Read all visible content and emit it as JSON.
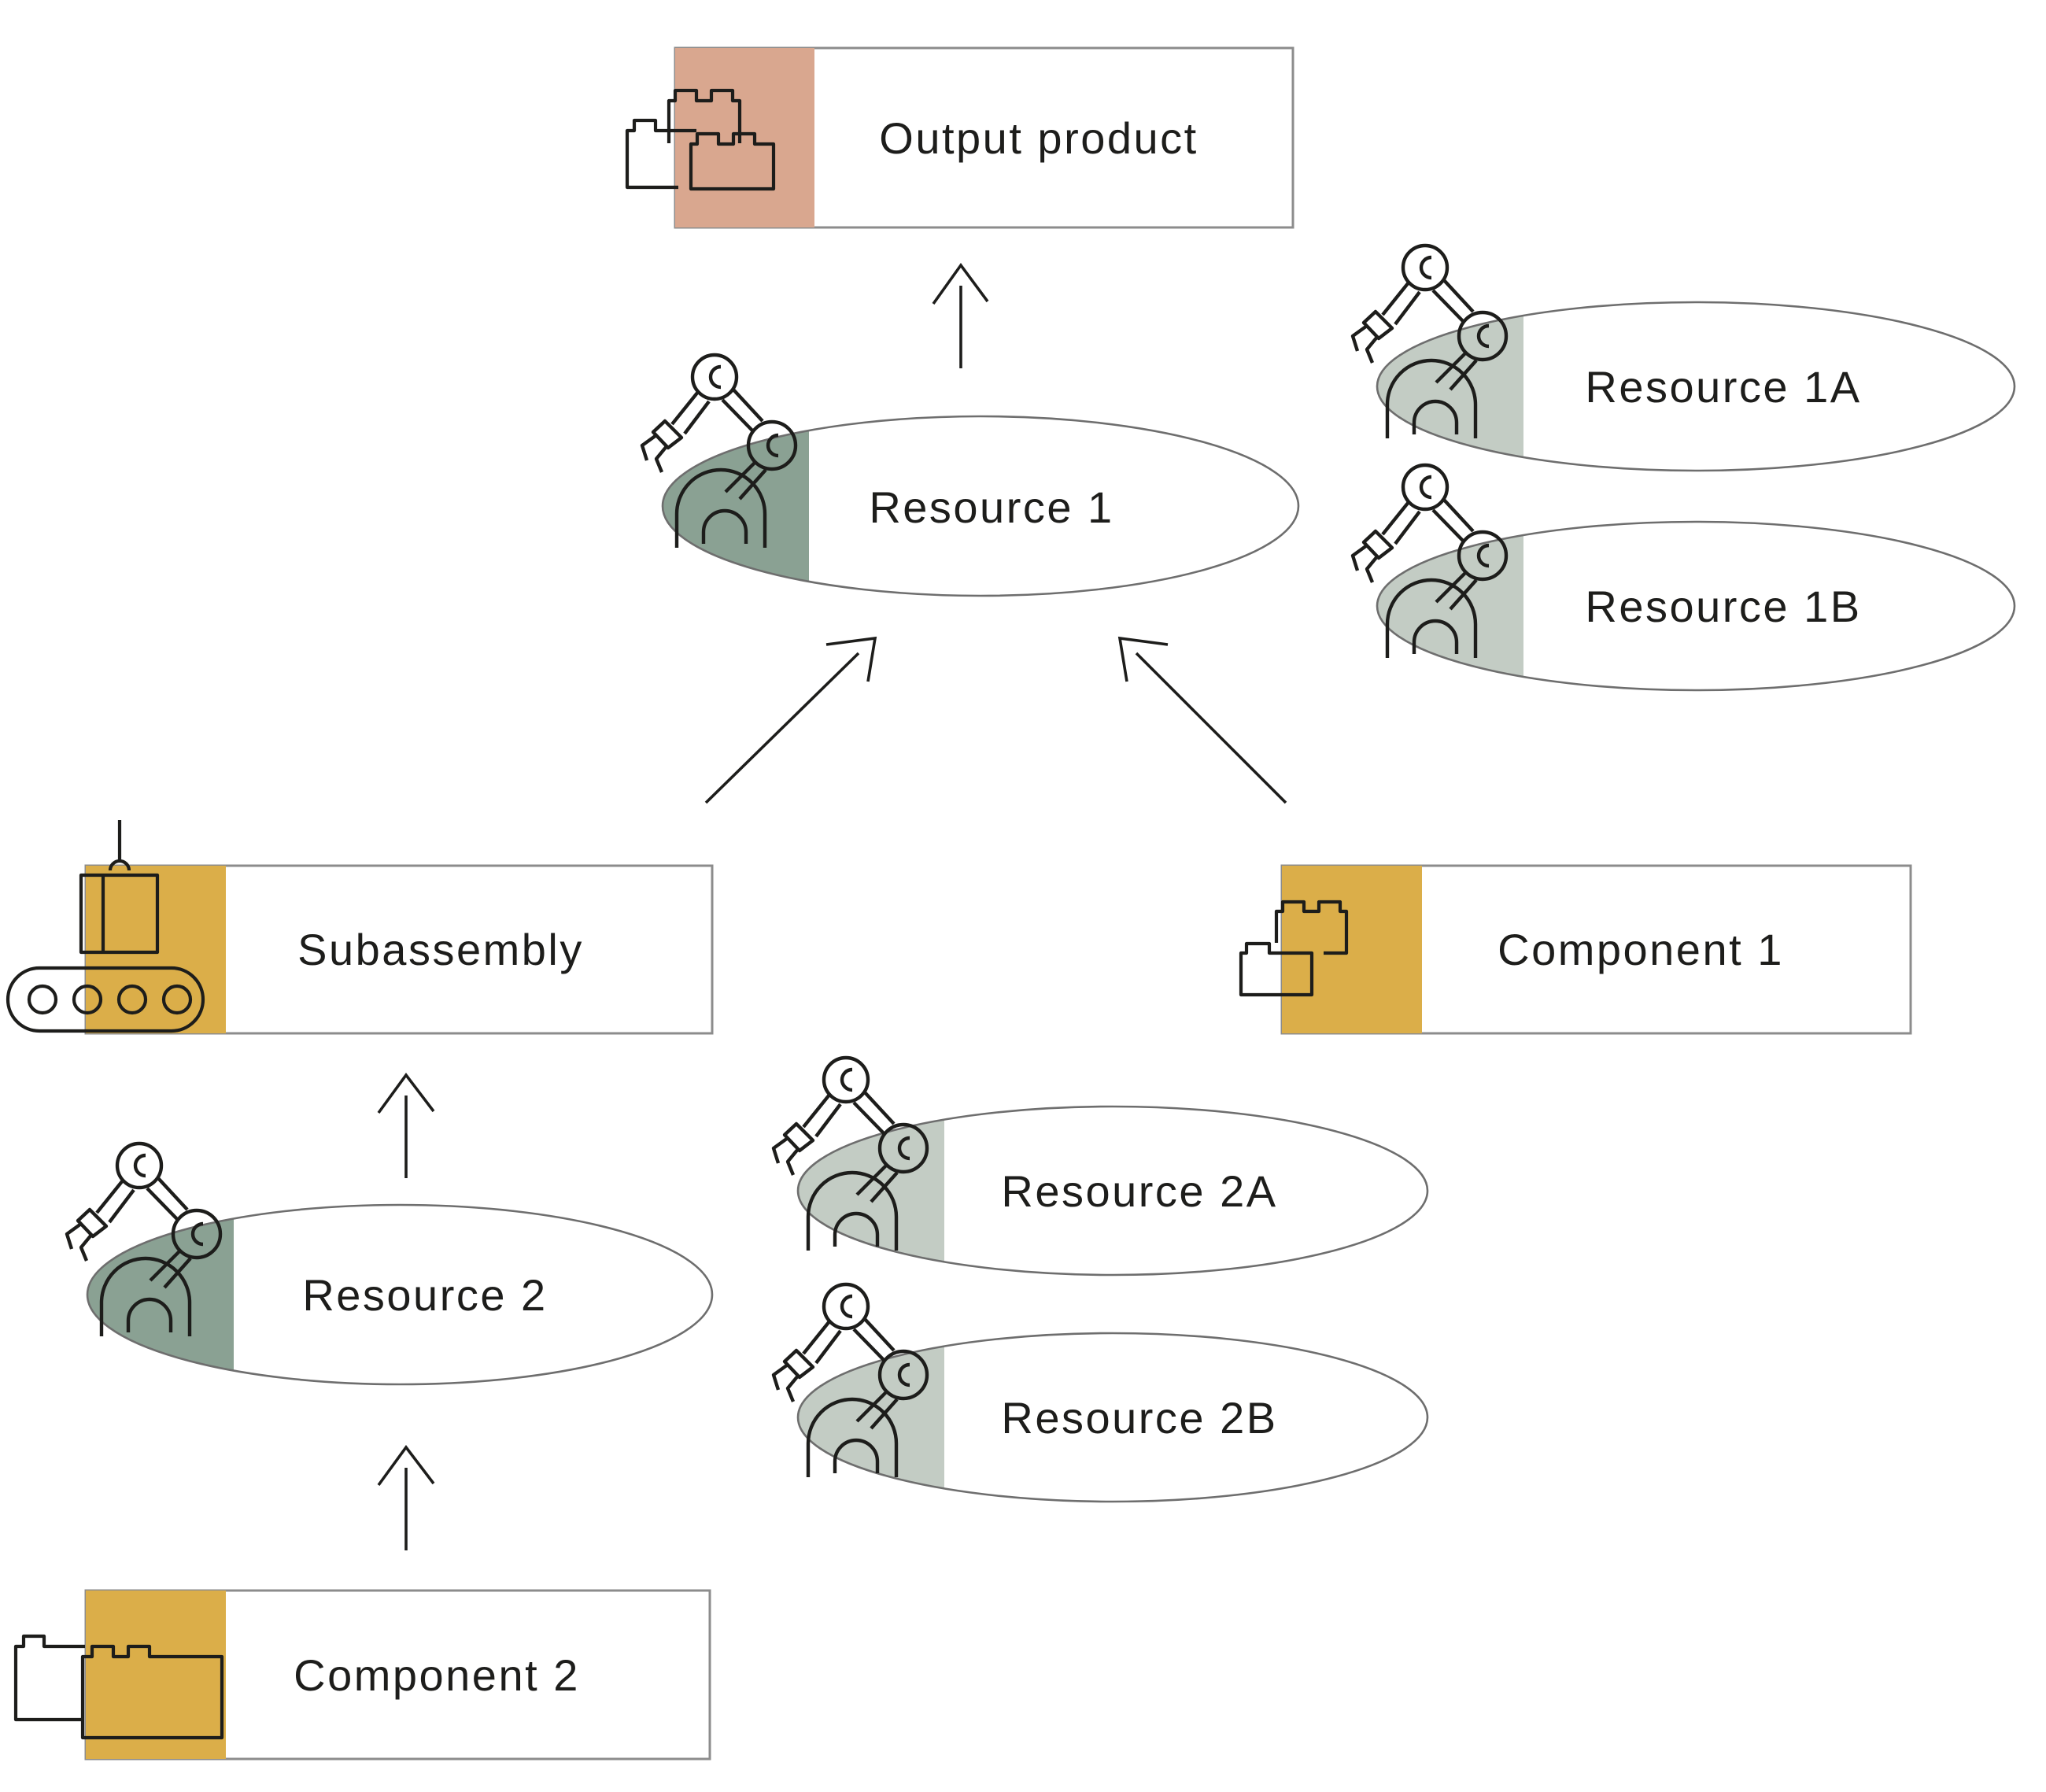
{
  "palette": {
    "pink": "#D9A78F",
    "yellow": "#DBAE49",
    "sage_dark": "#8AA193",
    "sage_light": "#C3CCC4",
    "ink": "#1D1D1B",
    "box_border": "#8C8C8C",
    "ellipse_stroke": "#6E6E6E",
    "bg": "#FFFFFF"
  },
  "nodes": {
    "output_product": {
      "label": "Output product",
      "shape": "box",
      "accent": "#D9A78F",
      "icon": "lego-bricks-icon"
    },
    "resource_1": {
      "label": "Resource 1",
      "shape": "ellipse",
      "accent": "#8AA193",
      "icon": "robot-arm-icon"
    },
    "resource_1a": {
      "label": "Resource 1A",
      "shape": "ellipse",
      "accent": "#C3CCC4",
      "icon": "robot-arm-icon"
    },
    "resource_1b": {
      "label": "Resource 1B",
      "shape": "ellipse",
      "accent": "#C3CCC4",
      "icon": "robot-arm-icon"
    },
    "subassembly": {
      "label": "Subassembly",
      "shape": "box",
      "accent": "#DBAE49",
      "icon": "conveyor-icon"
    },
    "component_1": {
      "label": "Component 1",
      "shape": "box",
      "accent": "#DBAE49",
      "icon": "lego-bricks-icon"
    },
    "resource_2": {
      "label": "Resource 2",
      "shape": "ellipse",
      "accent": "#8AA193",
      "icon": "robot-arm-icon"
    },
    "resource_2a": {
      "label": "Resource 2A",
      "shape": "ellipse",
      "accent": "#C3CCC4",
      "icon": "robot-arm-icon"
    },
    "resource_2b": {
      "label": "Resource 2B",
      "shape": "ellipse",
      "accent": "#C3CCC4",
      "icon": "robot-arm-icon"
    },
    "component_2": {
      "label": "Component 2",
      "shape": "box",
      "accent": "#DBAE49",
      "icon": "lego-bricks-icon"
    }
  },
  "edges": [
    {
      "from": "Resource 1",
      "to": "Output product"
    },
    {
      "from": "Subassembly",
      "to": "Resource 1"
    },
    {
      "from": "Component 1",
      "to": "Resource 1"
    },
    {
      "from": "Resource 2",
      "to": "Subassembly"
    },
    {
      "from": "Component 2",
      "to": "Resource 2"
    }
  ]
}
